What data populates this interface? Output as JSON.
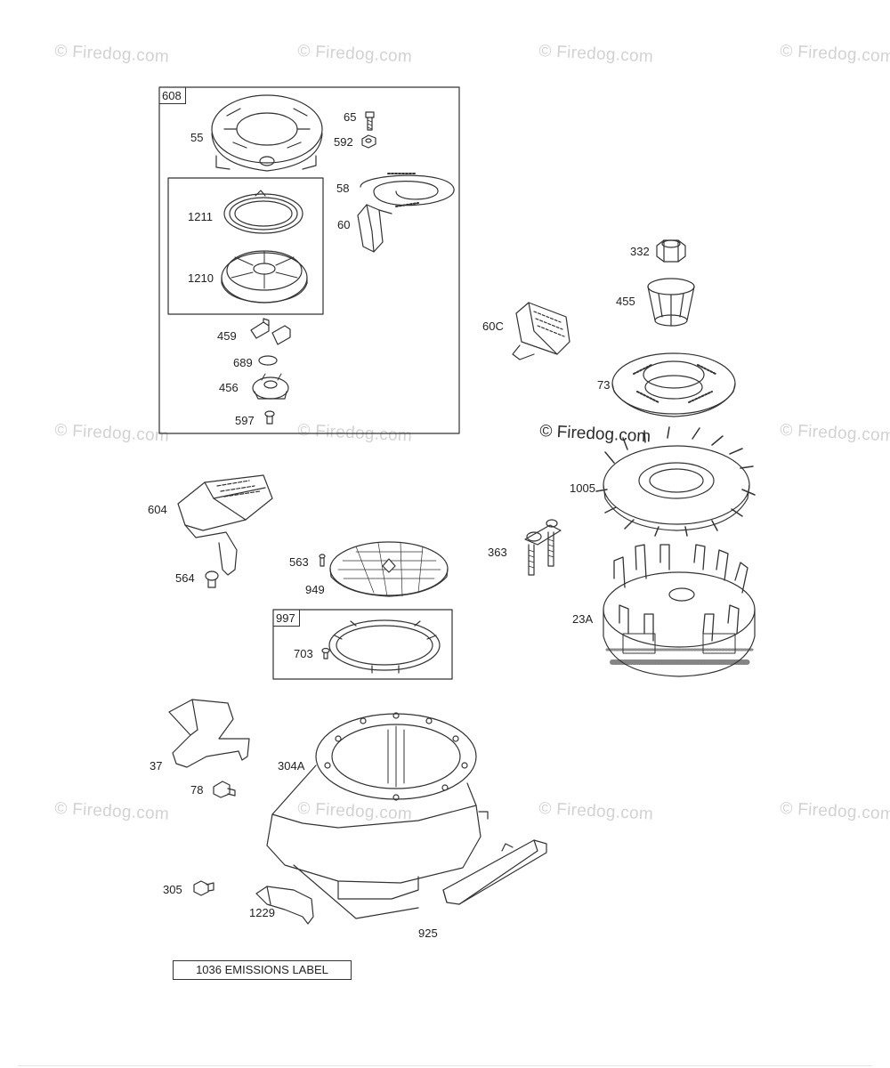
{
  "watermark": "© Firedog.com",
  "group_labels": {
    "starter": "608",
    "screen_ring": "997"
  },
  "callouts": {
    "p55": "55",
    "p65": "65",
    "p592": "592",
    "p58": "58",
    "p60": "60",
    "p1211": "1211",
    "p1210": "1210",
    "p459": "459",
    "p689": "689",
    "p456": "456",
    "p597": "597",
    "p332": "332",
    "p455": "455",
    "p60c": "60C",
    "p73": "73",
    "p1005": "1005",
    "p604": "604",
    "p564": "564",
    "p563": "563",
    "p949": "949",
    "p363": "363",
    "p23a": "23A",
    "p703": "703",
    "p37": "37",
    "p78": "78",
    "p304a": "304A",
    "p305": "305",
    "p1229": "1229",
    "p925": "925"
  },
  "emissions_label": "1036 EMISSIONS LABEL"
}
